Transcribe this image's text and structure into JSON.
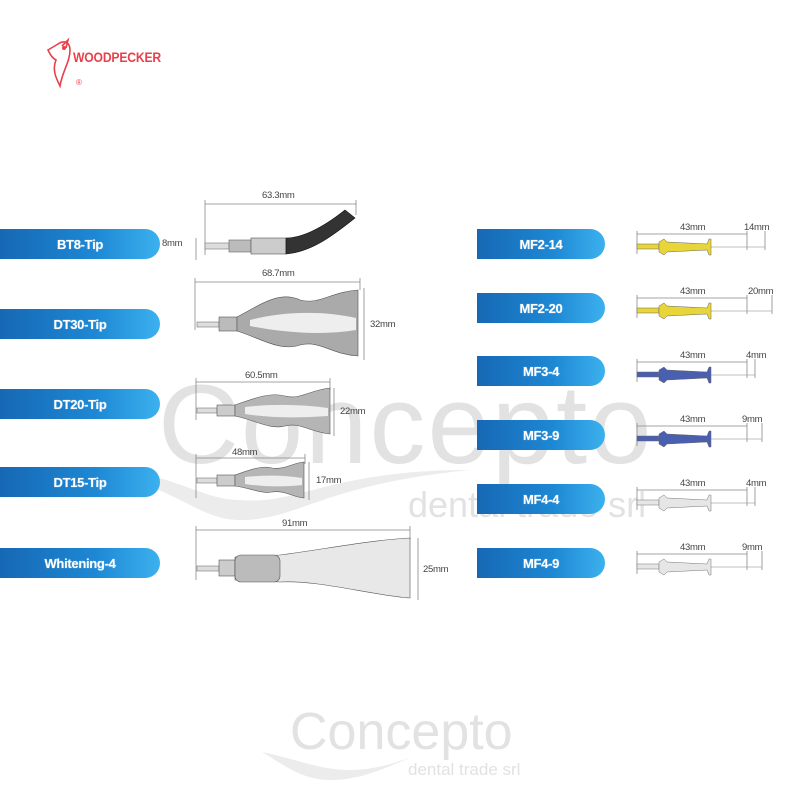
{
  "brand": {
    "name": "WOODPECKER",
    "registered_mark": "®",
    "color": "#e8404a"
  },
  "watermark": {
    "name": "Concepto",
    "tagline": "dental trade srl",
    "color": "#e2e2e2"
  },
  "pill_color": "#1e88d4",
  "left_column": [
    {
      "label": "BT8-Tip",
      "length": "63.3mm",
      "width": "8mm"
    },
    {
      "label": "DT30-Tip",
      "length": "68.7mm",
      "width": "32mm"
    },
    {
      "label": "DT20-Tip",
      "length": "60.5mm",
      "width": "22mm"
    },
    {
      "label": "DT15-Tip",
      "length": "48mm",
      "width": "17mm"
    },
    {
      "label": "Whitening-4",
      "length": "91mm",
      "width": "25mm"
    }
  ],
  "right_column": [
    {
      "label": "MF2-14",
      "length": "43mm",
      "extension": "14mm",
      "color": "#e8d53a"
    },
    {
      "label": "MF2-20",
      "length": "43mm",
      "extension": "20mm",
      "color": "#e8d53a"
    },
    {
      "label": "MF3-4",
      "length": "43mm",
      "extension": "4mm",
      "color": "#4a5fb0"
    },
    {
      "label": "MF3-9",
      "length": "43mm",
      "extension": "9mm",
      "color": "#4a5fb0"
    },
    {
      "label": "MF4-4",
      "length": "43mm",
      "extension": "4mm",
      "color": "#e6e6e6"
    },
    {
      "label": "MF4-9",
      "length": "43mm",
      "extension": "9mm",
      "color": "#e6e6e6"
    }
  ]
}
